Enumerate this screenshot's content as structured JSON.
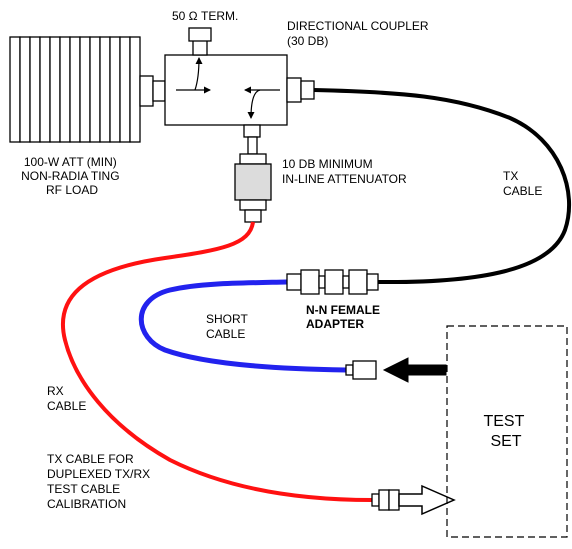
{
  "labels": {
    "term": "50 Ω TERM.",
    "coupler_1": "DIRECTIONAL COUPLER",
    "coupler_2": "(30 DB)",
    "load_1": "100-W ATT (MIN)",
    "load_2": "NON-RADIA TING",
    "load_3": "RF LOAD",
    "inline_1": "10 DB MINIMUM",
    "inline_2": "IN-LINE  ATTENUATOR",
    "tx_cable_1": "TX",
    "tx_cable_2": "CABLE",
    "adapter_1": "N-N  FEMALE",
    "adapter_2": "ADAPTER",
    "short_1": "SHORT",
    "short_2": "CABLE",
    "rx_1": "RX",
    "rx_2": "CABLE",
    "dup_1": "TX CABLE FOR",
    "dup_2": "DUPLEXED TX/RX",
    "dup_3": "TEST CABLE",
    "dup_4": "CALIBRATION",
    "test_set_1": "TEST",
    "test_set_2": "SET"
  },
  "colors": {
    "line": "#000000",
    "rx_cable": "#ff1111",
    "short_cable": "#2222ee",
    "tx_cable": "#000000",
    "attenuator_fill": "#dcdcdc"
  }
}
